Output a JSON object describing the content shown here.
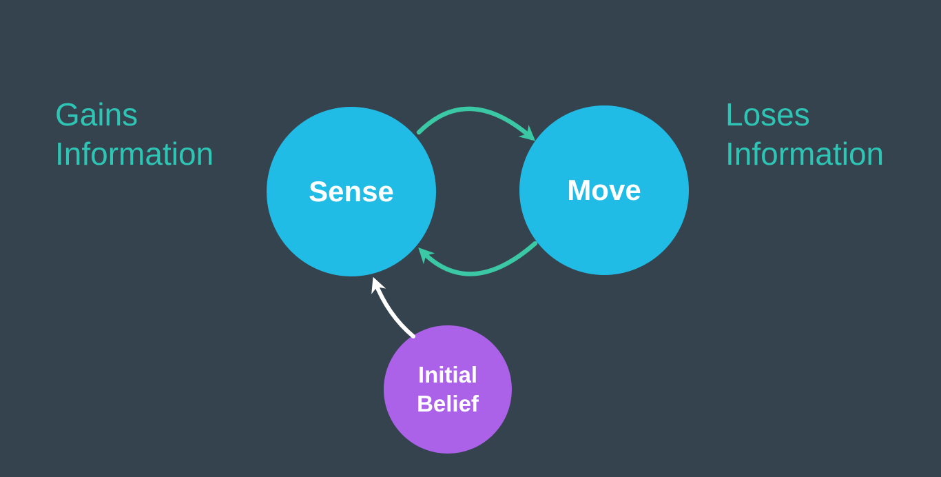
{
  "colors": {
    "bg": "#35434F",
    "node_fill": "#21BCE5",
    "node_text": "#FFFFFF",
    "belief_fill": "#AB62E9",
    "side_text": "#2EC5B5",
    "cycle_arrow": "#3AC9A4",
    "belief_arrow": "#FFFFFF"
  },
  "labels": {
    "gains": {
      "line1": "Gains",
      "line2": "Information"
    },
    "loses": {
      "line1": "Loses",
      "line2": "Information"
    }
  },
  "nodes": {
    "sense": {
      "label": "Sense"
    },
    "move": {
      "label": "Move"
    },
    "belief": {
      "line1": "Initial",
      "line2": "Belief"
    }
  },
  "edges": [
    {
      "from": "sense",
      "to": "move"
    },
    {
      "from": "move",
      "to": "sense"
    },
    {
      "from": "initial_belief",
      "to": "sense"
    }
  ]
}
